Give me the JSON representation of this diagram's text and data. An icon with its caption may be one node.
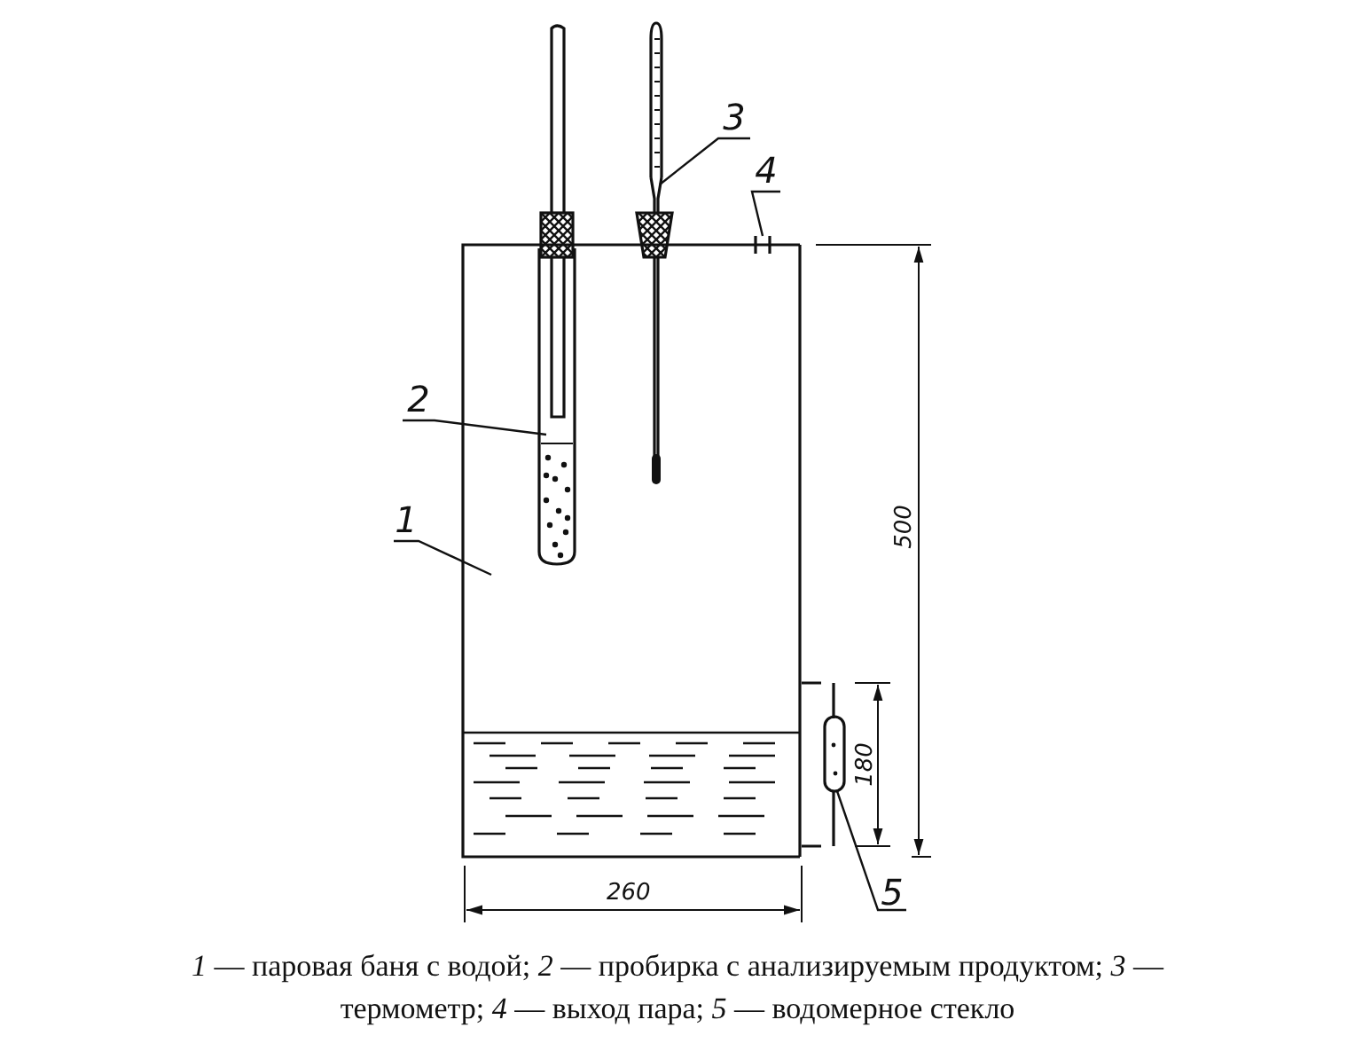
{
  "diagram": {
    "caption": "*1* — паровая баня с водой; *2* — пробирка с анализируемым продуктом; *3* — термометр; *4* — выход пара; *5* — водомерное стекло",
    "nodes": [
      {
        "text": [
          "3"
        ]
      },
      {
        "text": [],
        "shape": "picture"
      },
      {
        "text": [
          "4"
        ]
      },
      {
        "text": [],
        "shape": "picture"
      },
      {
        "text": [
          "2"
        ]
      },
      {
        "text": [],
        "shape": "picture"
      },
      {
        "text": [
          "1"
        ]
      },
      {
        "text": [],
        "shape": "box"
      },
      {
        "text": [
          "5"
        ]
      },
      {
        "text": [],
        "shape": "picture"
      }
    ],
    "edges": [
      {
        "from": 0,
        "to": 1,
        "arrow": "none"
      },
      {
        "from": 2,
        "to": 3,
        "arrow": "none"
      },
      {
        "from": 4,
        "to": 5,
        "arrow": "none"
      },
      {
        "from": 6,
        "to": 7,
        "arrow": "none"
      },
      {
        "from": 8,
        "to": 9,
        "arrow": "none"
      }
    ],
    "labels": [
      "500",
      "180",
      "260"
    ]
  }
}
